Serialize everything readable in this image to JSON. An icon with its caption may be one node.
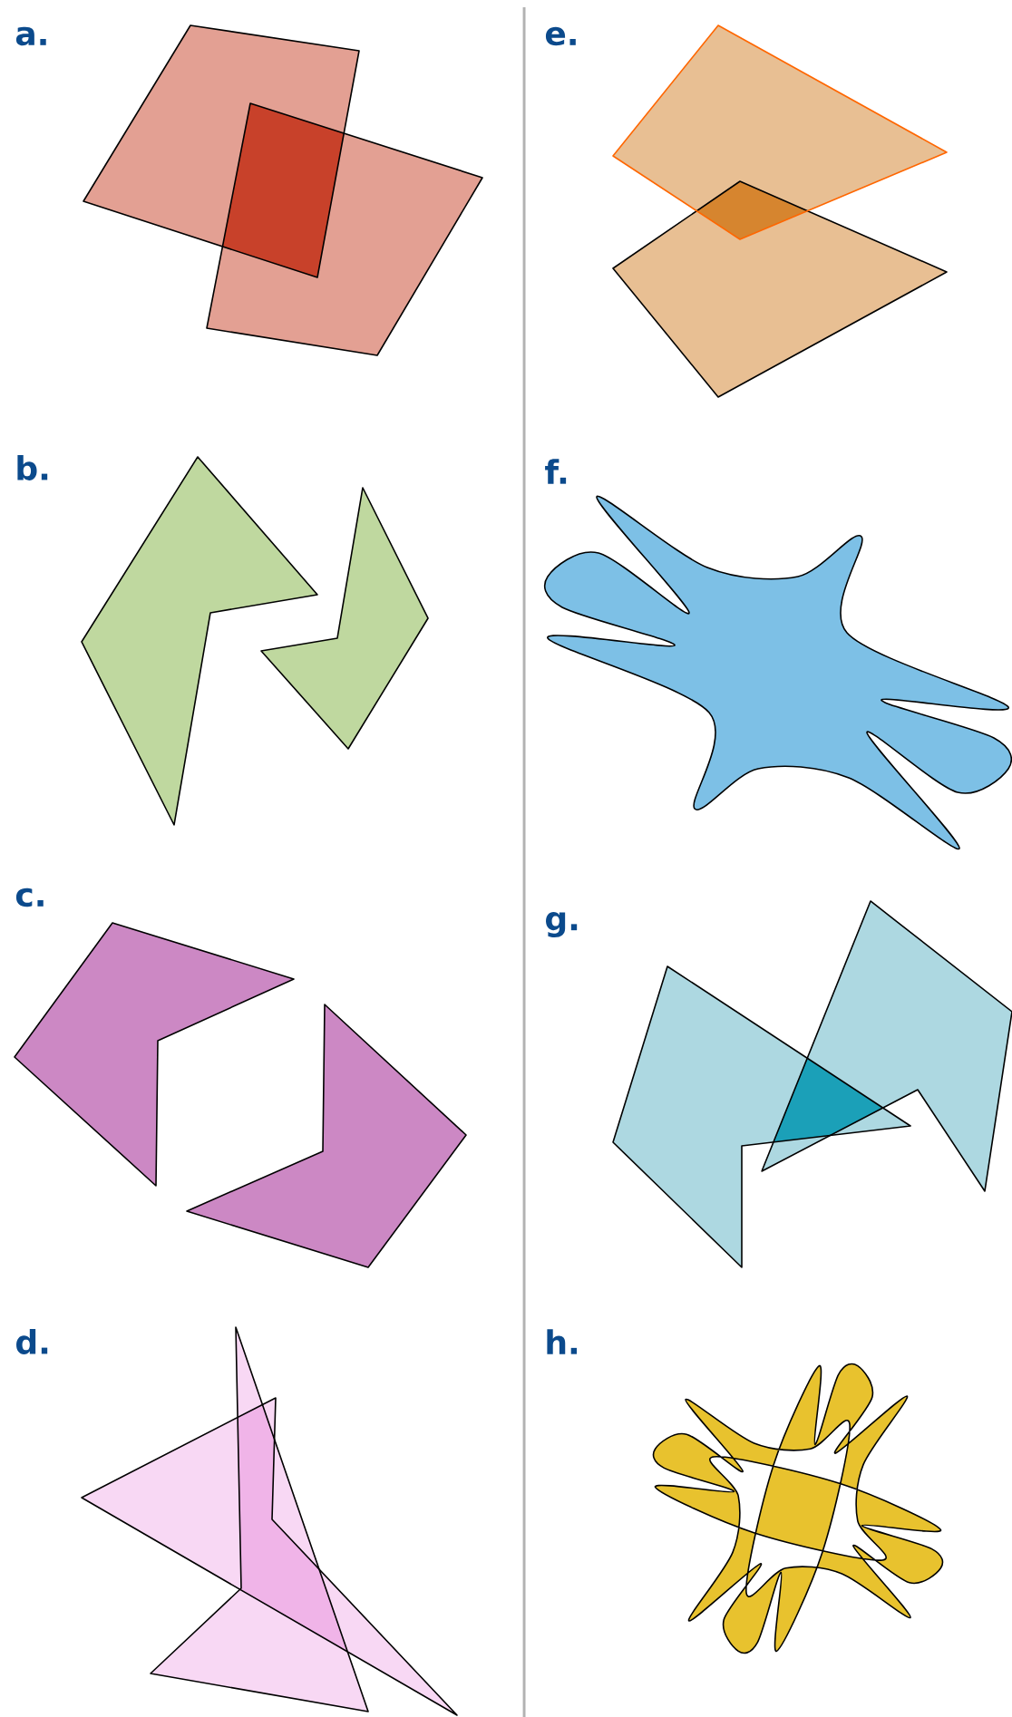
{
  "diagram": {
    "labels": [
      "a.",
      "e.",
      "b.",
      "f.",
      "c.",
      "g.",
      "d.",
      "h."
    ]
  }
}
